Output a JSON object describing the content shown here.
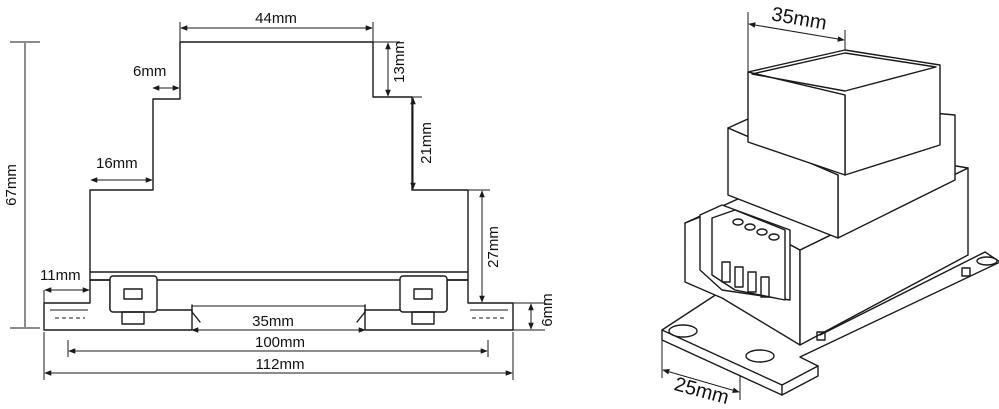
{
  "front_view": {
    "dim_top_width": "44mm",
    "dim_step_upper": "6mm",
    "dim_step_lower": "16mm",
    "dim_total_height": "67mm",
    "dim_foot_inset": "11mm",
    "dim_top_height": "13mm",
    "dim_middle_height": "21mm",
    "dim_lower_height": "27mm",
    "dim_foot_height": "6mm",
    "dim_rail": "35mm",
    "dim_mount_span": "100mm",
    "dim_overall_width": "112mm"
  },
  "iso_view": {
    "dim_top_depth": "35mm",
    "dim_flange_width": "25mm"
  }
}
